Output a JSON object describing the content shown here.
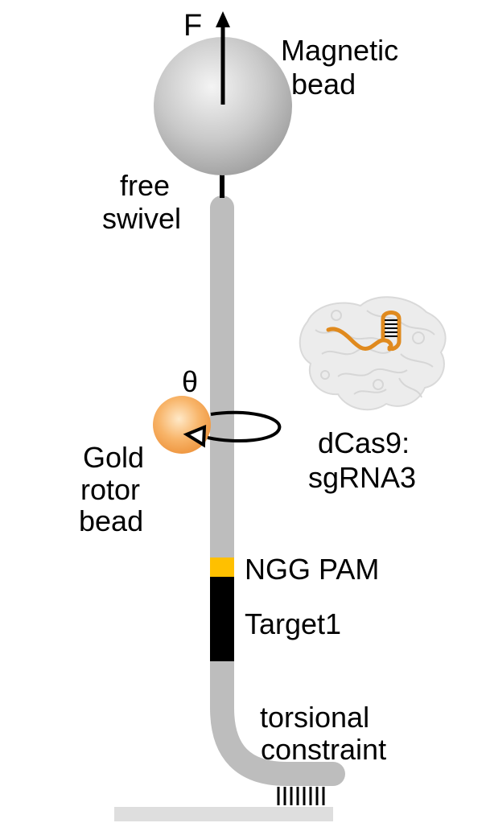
{
  "diagram": {
    "labels": {
      "force": "F",
      "magnetic_bead_line1": "Magnetic",
      "magnetic_bead_line2": "bead",
      "swivel_line1": "free",
      "swivel_line2": "swivel",
      "theta": "θ",
      "gold_line1": "Gold",
      "gold_line2": "rotor",
      "gold_line3": "bead",
      "dcas9_line1": "dCas9:",
      "dcas9_line2": "sgRNA3",
      "pam": "NGG PAM",
      "target": "Target1",
      "constraint_line1": "torsional",
      "constraint_line2": "constraint"
    },
    "colors": {
      "dna": "#bdbdbd",
      "pam": "#ffc000",
      "target": "#000000",
      "gold_bead": "#f6a04a",
      "sgrna": "#e08a1e",
      "protein": "#d9d9d9",
      "surface": "#dedede"
    }
  }
}
